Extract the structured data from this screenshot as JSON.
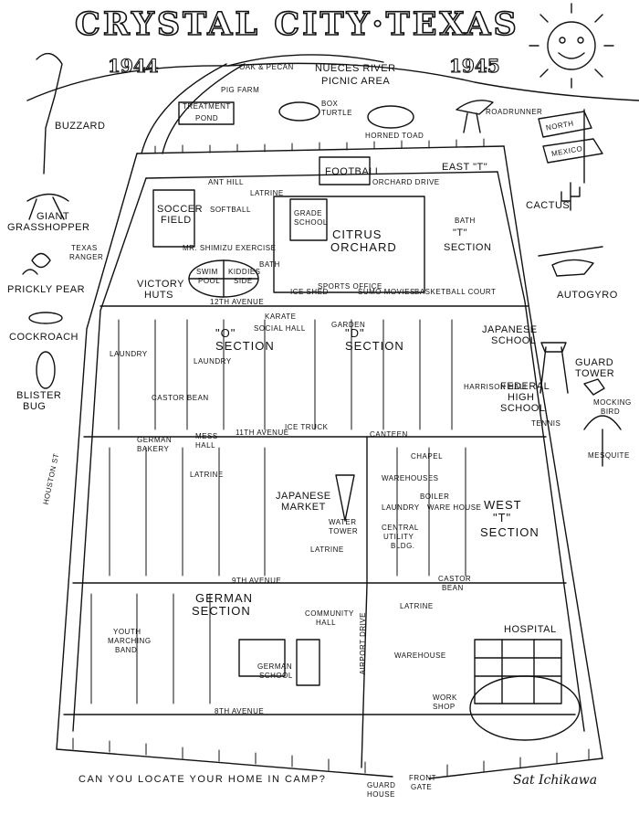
{
  "title": "CRYSTAL CITY·TEXAS",
  "years": {
    "start": "1944",
    "end": "1945"
  },
  "top_labels": {
    "oak_pecan": "OAK & PECAN",
    "river": "NUECES RIVER",
    "picnic": "PICNIC AREA",
    "pig_farm": "PIG FARM",
    "treatment": "TREATMENT",
    "pond": "POND",
    "box_turtle_1": "BOX",
    "box_turtle_2": "TURTLE",
    "horned_toad": "HORNED TOAD",
    "roadrunner": "ROADRUNNER",
    "north": "NORTH",
    "mexico": "MEXICO"
  },
  "side_labels": {
    "buzzard": "BUZZARD",
    "giant_1": "GIANT",
    "giant_2": "GRASSHOPPER",
    "texas_1": "TEXAS",
    "texas_2": "RANGER",
    "prickly_pear": "PRICKLY PEAR",
    "cockroach": "COCKROACH",
    "blister_1": "BLISTER",
    "blister_2": "BUG",
    "cactus": "CACTUS",
    "autogyro": "AUTOGYRO",
    "guard_1": "GUARD",
    "guard_2": "TOWER",
    "mocking_1": "MOCKING",
    "mocking_2": "BIRD",
    "mesquite": "MESQUITE"
  },
  "streets": {
    "houston": "HOUSTON ST",
    "airport": "AIRPORT DRIVE",
    "orchard": "ORCHARD DRIVE",
    "ave12": "12TH AVENUE",
    "ave11": "11TH AVENUE",
    "ave9": "9TH AVENUE",
    "ave8": "8TH AVENUE",
    "east_t": "EAST \"T\""
  },
  "places": {
    "football": "FOOTBALL",
    "ant_hill": "ANT HILL",
    "latrine": "LATRINE",
    "soccer_1": "SOCCER",
    "soccer_2": "FIELD",
    "softball": "SOFTBALL",
    "grade_1": "GRADE",
    "grade_2": "SCHOOL",
    "citrus_1": "CITRUS",
    "citrus_2": "ORCHARD",
    "t_section_1": "\"T\"",
    "t_section_2": "SECTION",
    "bath": "BATH",
    "exercise": "MR. SHIMIZU EXERCISE",
    "swim_1": "SWIM",
    "swim_2": "POOL",
    "kiddies_1": "KIDDIES",
    "kiddies_2": "SIDE",
    "victory_1": "VICTORY",
    "victory_2": "HUTS",
    "ice_shed": "ICE SHED",
    "sports_office": "SPORTS OFFICE",
    "sumo_movies": "SUMO MOVIES",
    "basketball": "BASKETBALL COURT",
    "karate": "KARATE",
    "social_hall": "SOCIAL HALL",
    "garden": "GARDEN",
    "d_section_1": "\"D\"",
    "d_section_2": "SECTION",
    "o_section_1": "\"O\"",
    "o_section_2": "SECTION",
    "japanese_school_1": "JAPANESE",
    "japanese_school_2": "SCHOOL",
    "laundry": "LAUNDRY",
    "castor_bean": "CASTOR BEAN",
    "harrison": "HARRISON HALL",
    "federal_1": "FEDERAL",
    "federal_2": "HIGH",
    "federal_3": "SCHOOL",
    "tennis": "TENNIS",
    "ice_truck": "ICE TRUCK",
    "german_bakery_1": "GERMAN",
    "german_bakery_2": "BAKERY",
    "mess_hall_1": "MESS",
    "mess_hall_2": "HALL",
    "canteen": "CANTEEN",
    "chapel": "CHAPEL",
    "warehouses": "WAREHOUSES",
    "laundry2": "LAUNDRY",
    "boiler": "BOILER",
    "warehouse_2": "WARE HOUSE",
    "japanese_market_1": "JAPANESE",
    "japanese_market_2": "MARKET",
    "water_tower_1": "WATER",
    "water_tower_2": "TOWER",
    "central_1": "CENTRAL",
    "central_2": "UTILITY",
    "central_3": "BLDG.",
    "west_t_1": "WEST",
    "west_t_2": "\"T\"",
    "west_t_3": "SECTION",
    "castor_2": "CASTOR",
    "bean_2": "BEAN",
    "german_section_1": "GERMAN",
    "german_section_2": "SECTION",
    "youth_band_1": "YOUTH",
    "youth_band_2": "MARCHING",
    "youth_band_3": "BAND",
    "community_1": "COMMUNITY",
    "community_2": "HALL",
    "german_school_1": "GERMAN",
    "german_school_2": "SCHOOL",
    "warehouse_3": "WAREHOUSE",
    "work_shop_1": "WORK",
    "work_shop_2": "SHOP",
    "hospital": "HOSPITAL",
    "guard_house_1": "GUARD",
    "guard_house_2": "HOUSE",
    "front_gate_1": "FRONT",
    "front_gate_2": "GATE"
  },
  "caption": "CAN YOU LOCATE YOUR HOME IN CAMP?",
  "signature": "Sat Ichikawa"
}
